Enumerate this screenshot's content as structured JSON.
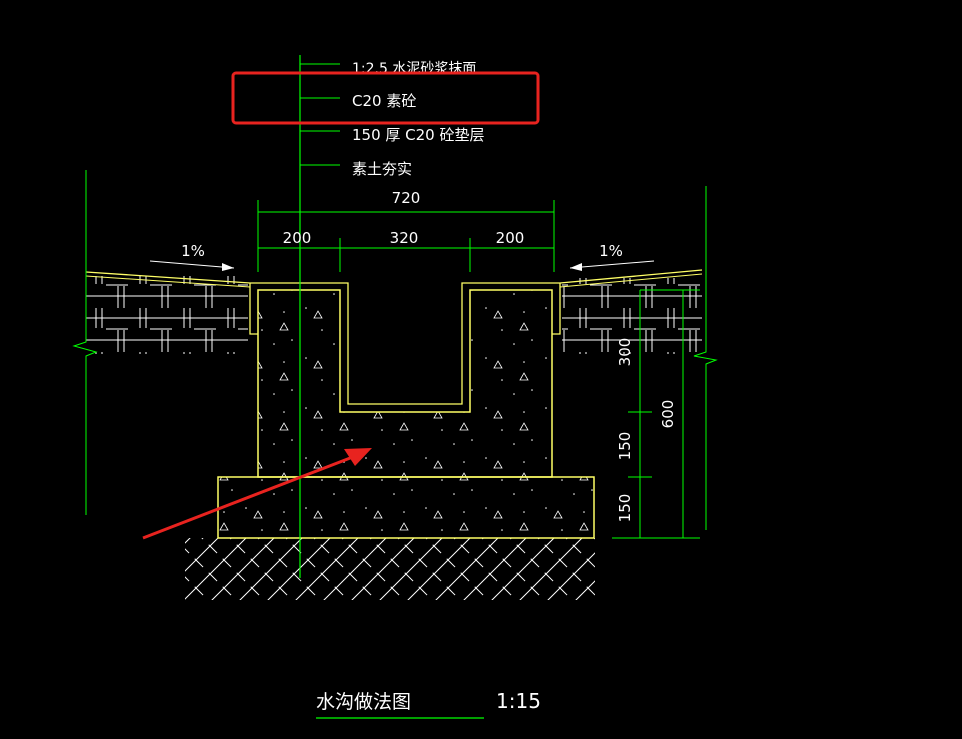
{
  "colors": {
    "background": "#000000",
    "leader": "#00ff00",
    "outline": "#ffff66",
    "text": "#ffffff",
    "highlight_box": "#e8231f",
    "arrow": "#e8231f",
    "hatch": "#ffffff"
  },
  "layer_notes": [
    "1:2.5   水泥砂浆抹面",
    "C20 素砼",
    "150 厚 C20 砼垫层",
    "素土夯实"
  ],
  "dimensions": {
    "overall_width": "720",
    "left_wall": "200",
    "channel": "320",
    "right_wall": "200",
    "depth_300": "300",
    "depth_150_wall": "150",
    "depth_150_base": "150",
    "total_600": "600"
  },
  "slopes": {
    "left": "1%",
    "right": "1%"
  },
  "title": {
    "name": "水沟做法图",
    "scale": "1:15"
  }
}
